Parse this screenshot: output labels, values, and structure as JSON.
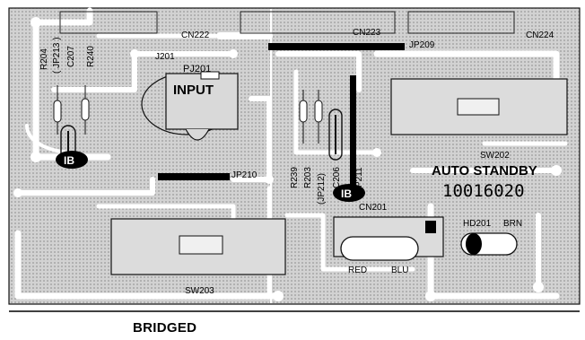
{
  "board": {
    "connectors": {
      "cn222": "CN222",
      "cn223": "CN223",
      "cn224": "CN224",
      "cn201": "CN201",
      "jack_id": "PJ201",
      "jack_label": "INPUT"
    },
    "jumpers": {
      "jp209": "JP209",
      "jp210": "JP210",
      "jp211": "JP211",
      "j201": "J201"
    },
    "components": {
      "r204": "R204",
      "jp213": "( JP213 )",
      "c207": "C207",
      "r240": "R240",
      "r239": "R239",
      "r203": "R203",
      "jp212": "(JP212)",
      "c206": "C206",
      "led_id": "HD201",
      "led_color": "BRN"
    },
    "switches": {
      "sw202": "SW202",
      "sw203": "SW203",
      "sw202_function": "AUTO STANDBY",
      "part_number": "10016020"
    },
    "wires": {
      "red": "RED",
      "blue": "BLU"
    },
    "badges": {
      "ib_left": "IB",
      "ib_right": "IB"
    }
  },
  "caption": "BRIDGED",
  "colors": {
    "board": "#c9c9c9",
    "trace": "#ffffff",
    "ink": "#000000",
    "outline": "#111111"
  }
}
